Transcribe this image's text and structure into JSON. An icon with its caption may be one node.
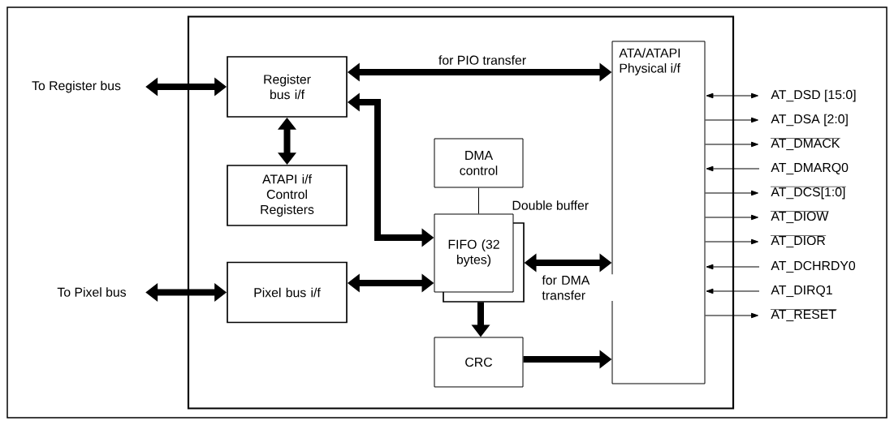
{
  "diagram": {
    "nodes": [
      {
        "text": [],
        "shape": "box"
      },
      {
        "text": [
          "To  Register bus"
        ]
      },
      {
        "text": [
          "Register bus i/f"
        ],
        "in": 0
      },
      {
        "text": [
          "ATAPI i/f Control Registers"
        ],
        "in": 0
      },
      {
        "text": [
          "To Pixel bus"
        ]
      },
      {
        "text": [
          "Pixel bus i/f"
        ],
        "in": 0
      },
      {
        "text": [
          "DMA control"
        ],
        "in": 0
      },
      {
        "text": [
          "FIFO (32 bytes)"
        ],
        "in": 0,
        "beside": [
          "Double buffer"
        ]
      },
      {
        "text": [
          "CRC"
        ],
        "in": 0
      },
      {
        "text": [
          "ATA/ATAPI Physical i/f"
        ],
        "in": 0
      },
      {
        "text": [
          "AT_DSD [15:0]"
        ]
      },
      {
        "text": [
          "AT_DSA [2:0]"
        ]
      },
      {
        "text": [
          "AT_DMACK"
        ]
      },
      {
        "text": [
          "AT_DMARQ0"
        ]
      },
      {
        "text": [
          "AT_DCS[1:0]"
        ]
      },
      {
        "text": [
          "AT_DIOW"
        ]
      },
      {
        "text": [
          "AT_DIOR"
        ]
      },
      {
        "text": [
          "AT_DCHRDY0"
        ]
      },
      {
        "text": [
          "AT_DIRQ1"
        ]
      },
      {
        "text": [
          "AT_RESET"
        ]
      }
    ],
    "edges": [
      {
        "from": 1,
        "to": 2,
        "arrow": "both",
        "style": "thick"
      },
      {
        "from": 2,
        "to": 9,
        "arrow": "both",
        "style": "thick",
        "label": "for PIO transfer"
      },
      {
        "from": 2,
        "to": 3,
        "arrow": "both",
        "style": "thick"
      },
      {
        "from": 2,
        "to": 7,
        "arrow": "both",
        "style": "thick"
      },
      {
        "from": 4,
        "to": 5,
        "arrow": "both",
        "style": "thick"
      },
      {
        "from": 5,
        "to": 7,
        "arrow": "both",
        "style": "thick"
      },
      {
        "from": 6,
        "to": 7,
        "arrow": "none"
      },
      {
        "from": 7,
        "to": 9,
        "arrow": "both",
        "style": "thick",
        "label": "for DMA transfer"
      },
      {
        "from": 7,
        "to": 8,
        "arrow": "to",
        "style": "thick"
      },
      {
        "from": 8,
        "to": 9,
        "arrow": "to",
        "style": "thick"
      },
      {
        "from": 9,
        "to": 10,
        "arrow": "both"
      },
      {
        "from": 9,
        "to": 11,
        "arrow": "to"
      },
      {
        "from": 9,
        "to": 12,
        "arrow": "to"
      },
      {
        "from": 13,
        "to": 9,
        "arrow": "to"
      },
      {
        "from": 9,
        "to": 14,
        "arrow": "to"
      },
      {
        "from": 9,
        "to": 15,
        "arrow": "to"
      },
      {
        "from": 9,
        "to": 16,
        "arrow": "to"
      },
      {
        "from": 17,
        "to": 9,
        "arrow": "to"
      },
      {
        "from": 18,
        "to": 9,
        "arrow": "to"
      },
      {
        "from": 9,
        "to": 19,
        "arrow": "to"
      }
    ]
  }
}
